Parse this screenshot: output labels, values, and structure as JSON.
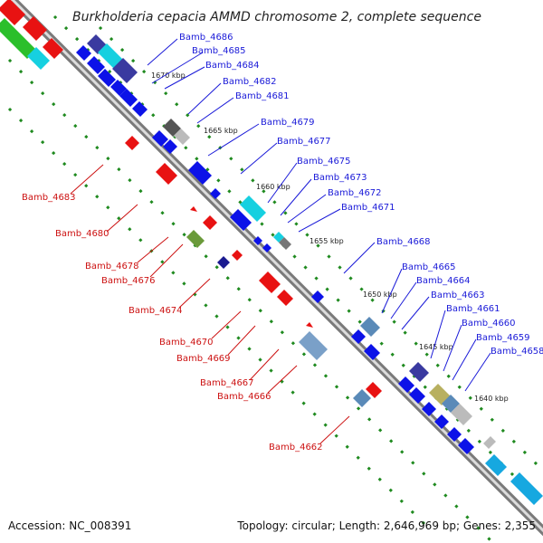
{
  "title": "Burkholderia cepacia AMMD chromosome 2, complete sequence",
  "footer": {
    "accession": "Accession: NC_008391",
    "summary": "Topology: circular; Length: 2,646,969 bp; Genes: 2,355"
  },
  "colors": {
    "forward_label": "#1a1ad8",
    "reverse_label": "#cc1111",
    "backbone": "#8a8a8a",
    "tick": "#1f8a1f"
  },
  "kbp_marks": [
    "1670 kbp",
    "1665 kbp",
    "1660 kbp",
    "1655 kbp",
    "1650 kbp",
    "1645 kbp",
    "1640 kbp"
  ],
  "forward_genes": [
    "Bamb_4686",
    "Bamb_4685",
    "Bamb_4684",
    "Bamb_4682",
    "Bamb_4681",
    "Bamb_4679",
    "Bamb_4677",
    "Bamb_4675",
    "Bamb_4673",
    "Bamb_4672",
    "Bamb_4671",
    "Bamb_4668",
    "Bamb_4665",
    "Bamb_4664",
    "Bamb_4663",
    "Bamb_4661",
    "Bamb_4660",
    "Bamb_4659",
    "Bamb_4658"
  ],
  "reverse_genes": [
    "Bamb_4683",
    "Bamb_4680",
    "Bamb_4678",
    "Bamb_4676",
    "Bamb_4674",
    "Bamb_4670",
    "Bamb_4669",
    "Bamb_4667",
    "Bamb_4666",
    "Bamb_4662"
  ]
}
